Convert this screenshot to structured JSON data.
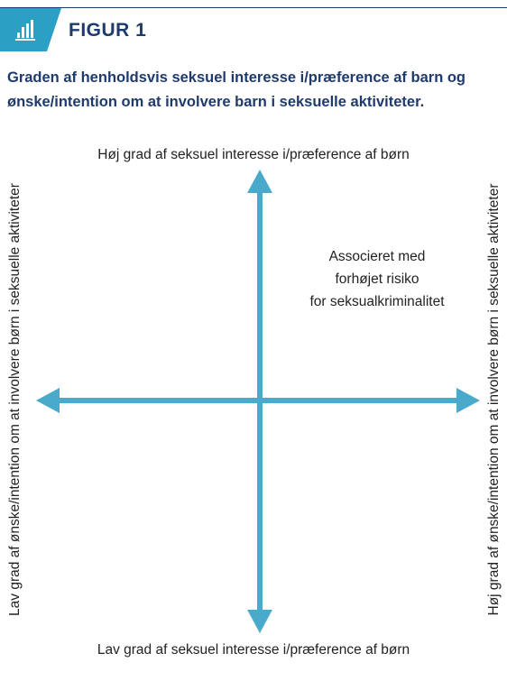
{
  "header": {
    "figure_label": "FIGUR 1",
    "icon": "bar-chart-icon",
    "accent_color": "#2b9fc4",
    "brand_color": "#1f3a6d"
  },
  "subtitle": "Graden af henholdsvis seksuel interesse i/præference af barn og ønske/intention om at involvere barn i seksuelle aktiviteter.",
  "diagram": {
    "top_label": "Høj grad af seksuel interesse i/præference af børn",
    "bottom_label": "Lav grad af seksuel interesse i/præference af børn",
    "left_label": "Lav grad af ønske/intention om at involvere børn i seksuelle aktiviteter",
    "right_label": "Høj grad af ønske/intention om at involvere børn i seksuelle aktiviteter",
    "quadrant_note": {
      "line1": "Associeret med",
      "line2": "forhøjet risiko",
      "line3": "for seksualkriminalitet"
    },
    "arrow_color": "#4aaacb"
  }
}
